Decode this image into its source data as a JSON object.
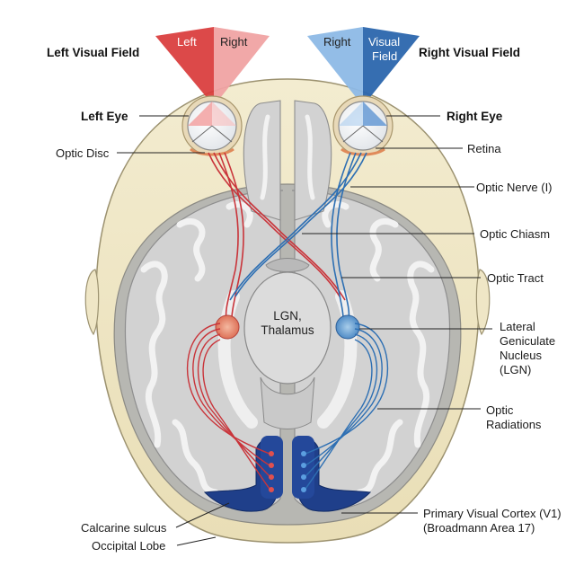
{
  "fields": {
    "left_title": "Left Visual Field",
    "right_title": "Right Visual Field",
    "left_cone": {
      "left_label": "Left",
      "right_label": "Right"
    },
    "right_cone": {
      "left_label": "Right",
      "right_label_line1": "Visual",
      "right_label_line2": "Field"
    }
  },
  "center": {
    "line1": "LGN,",
    "line2": "Thalamus"
  },
  "labels": {
    "left_eye": "Left Eye",
    "right_eye": "Right Eye",
    "optic_disc": "Optic Disc",
    "retina": "Retina",
    "optic_nerve": "Optic Nerve (I)",
    "optic_chiasm": "Optic Chiasm",
    "optic_tract": "Optic Tract",
    "lgn_line1": "Lateral",
    "lgn_line2": "Geniculate",
    "lgn_line3": "Nucleus",
    "lgn_line4": "(LGN)",
    "radiations_line1": "Optic",
    "radiations_line2": "Radiations",
    "v1_line1": "Primary Visual Cortex (V1)",
    "v1_line2": "(Broadmann Area 17)",
    "calcarine": "Calcarine sulcus",
    "occipital": "Occipital Lobe"
  },
  "colors": {
    "left_pathway": "#c9343a",
    "right_pathway": "#2d6fb3",
    "skull": "#efe6c6",
    "brain": "#d4d4d4",
    "cortex_v1": "#1f3f8a"
  }
}
